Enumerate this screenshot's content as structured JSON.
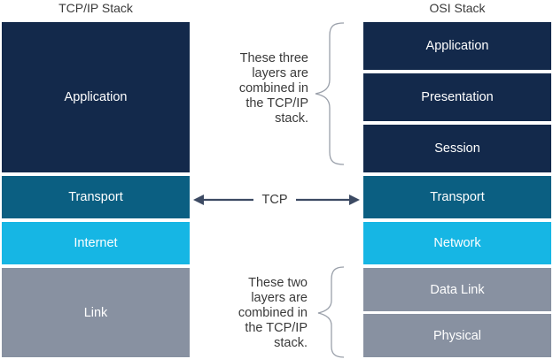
{
  "headings": {
    "tcpip": "TCP/IP Stack",
    "osi": "OSI Stack"
  },
  "tcpip_layers": [
    "Application",
    "Transport",
    "Internet",
    "Link"
  ],
  "osi_layers": [
    "Application",
    "Presentation",
    "Session",
    "Transport",
    "Network",
    "Data Link",
    "Physical"
  ],
  "tcp_label": "TCP",
  "notes": {
    "top": [
      "These three",
      "layers are",
      "combined in",
      "the TCP/IP",
      "stack."
    ],
    "bottom": [
      "These two",
      "layers are",
      "combined in",
      "the TCP/IP",
      "stack."
    ]
  },
  "colors": {
    "dark_navy": "#13294b",
    "teal": "#0b5f82",
    "cyan": "#16b6e4",
    "gray": "#8891a1",
    "arrow": "#3c4a63",
    "brace": "#9aa0aa"
  }
}
